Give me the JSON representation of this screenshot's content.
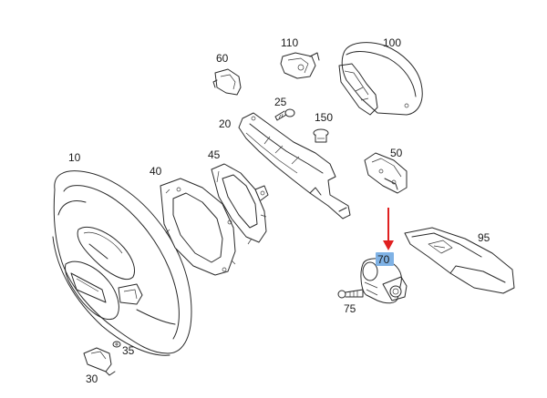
{
  "labels": {
    "p10": "10",
    "p20": "20",
    "p25": "25",
    "p30": "30",
    "p35": "35",
    "p40": "40",
    "p45": "45",
    "p50": "50",
    "p60": "60",
    "p70": "70",
    "p75": "75",
    "p95": "95",
    "p100": "100",
    "p110": "110",
    "p150": "150"
  },
  "colors": {
    "line": "#2a2a2a",
    "pointer_arrow": "#e02020",
    "highlight": "#7fb2e5",
    "background": "#ffffff"
  },
  "highlighted_part": "70"
}
